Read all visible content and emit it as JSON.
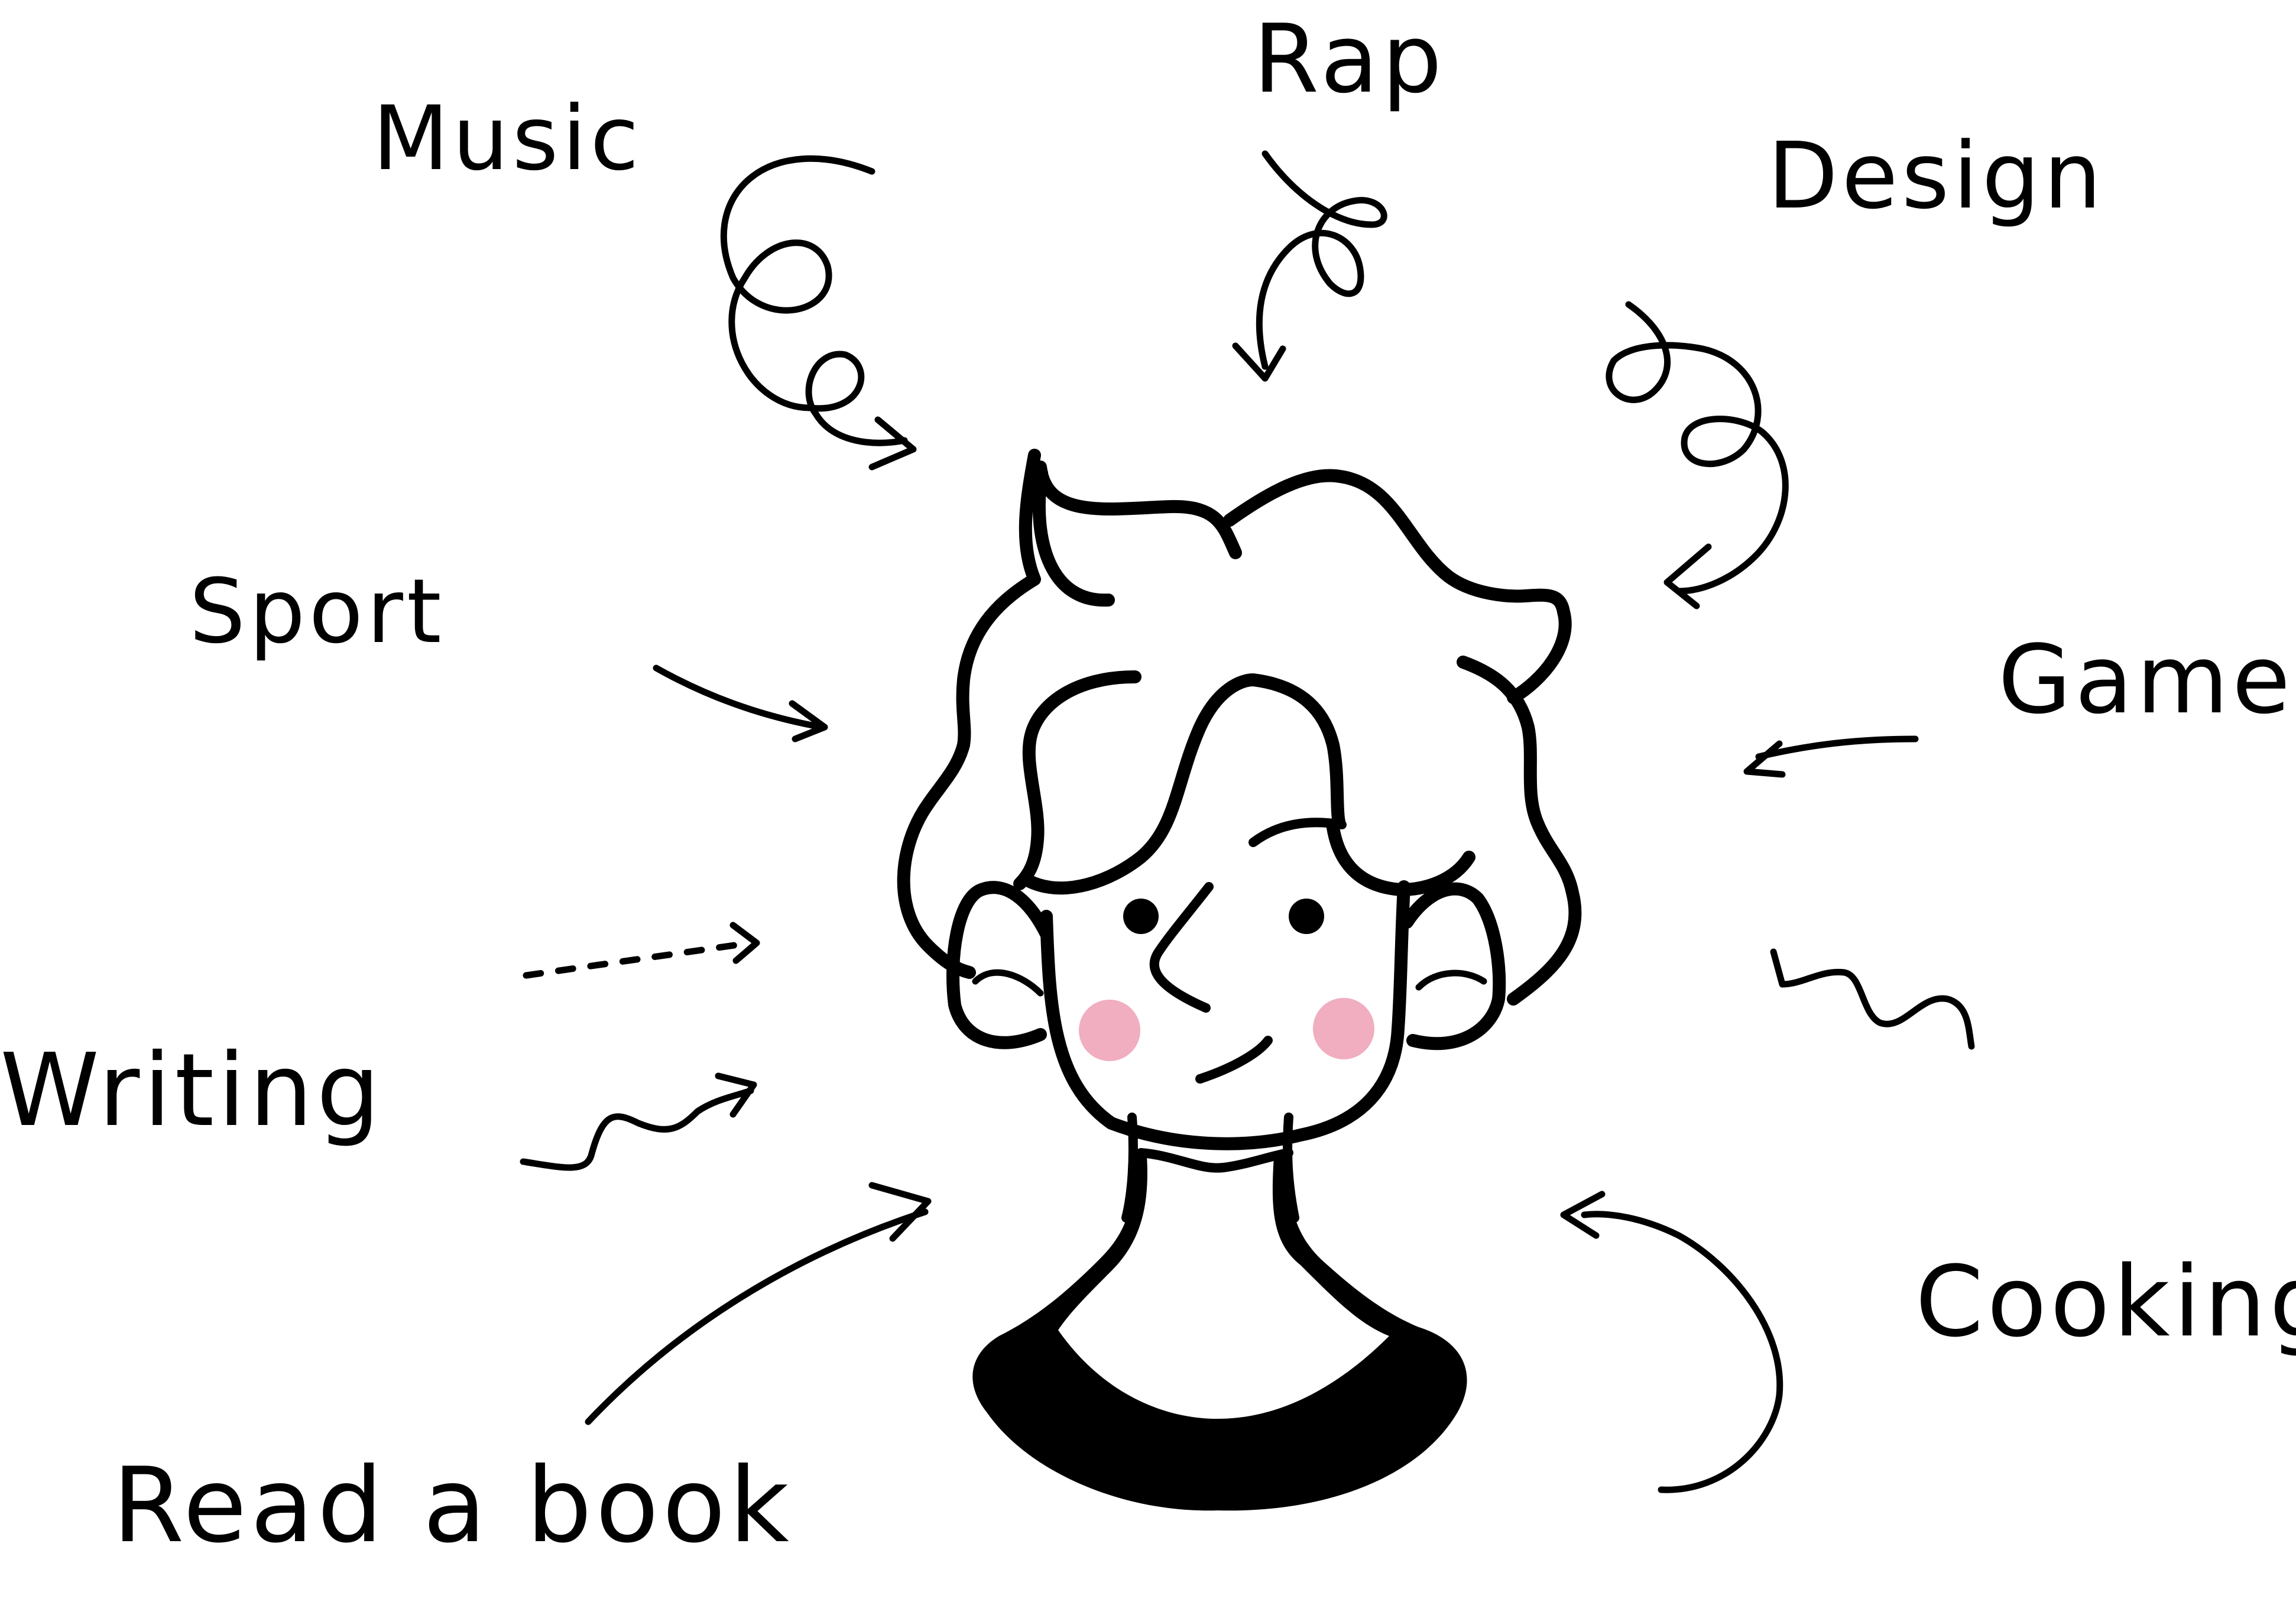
{
  "labels": {
    "music": "Music",
    "rap": "Rap",
    "design": "Design",
    "sport": "Sport",
    "game": "Game",
    "writing": "Writing",
    "cooking": "Cooking",
    "read_a_book": "Read a book"
  },
  "colors": {
    "ink": "#000000",
    "cheek": "#f0aec0",
    "background": "#ffffff"
  }
}
